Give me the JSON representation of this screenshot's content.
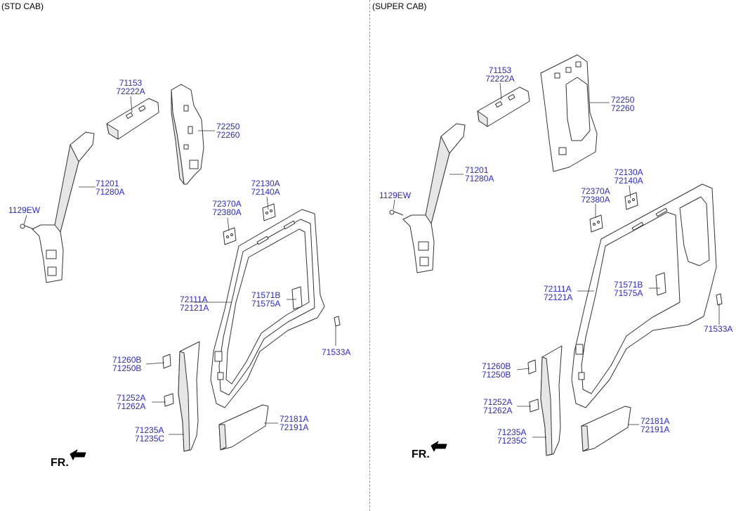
{
  "sections": {
    "std": {
      "label": "(STD CAB)"
    },
    "super": {
      "label": "(SUPER CAB)"
    }
  },
  "parts": {
    "p71153_72222A": [
      "71153",
      "72222A"
    ],
    "p72250_72260": [
      "72250",
      "72260"
    ],
    "p71201_71280A": [
      "71201",
      "71280A"
    ],
    "p1129EW": [
      "1129EW"
    ],
    "p72130A_72140A": [
      "72130A",
      "72140A"
    ],
    "p72370A_72380A": [
      "72370A",
      "72380A"
    ],
    "p72111A_72121A": [
      "72111A",
      "72121A"
    ],
    "p71571B_71575A": [
      "71571B",
      "71575A"
    ],
    "p71533A": [
      "71533A"
    ],
    "p71260B_71250B": [
      "71260B",
      "71250B"
    ],
    "p71252A_71262A": [
      "71252A",
      "71262A"
    ],
    "p71235A_71235C": [
      "71235A",
      "71235C"
    ],
    "p72181A_72191A": [
      "72181A",
      "72191A"
    ]
  },
  "direction_label": "FR.",
  "colors": {
    "callout": "#2a2ad6",
    "line": "#333333",
    "divider": "#9a9a9a"
  }
}
